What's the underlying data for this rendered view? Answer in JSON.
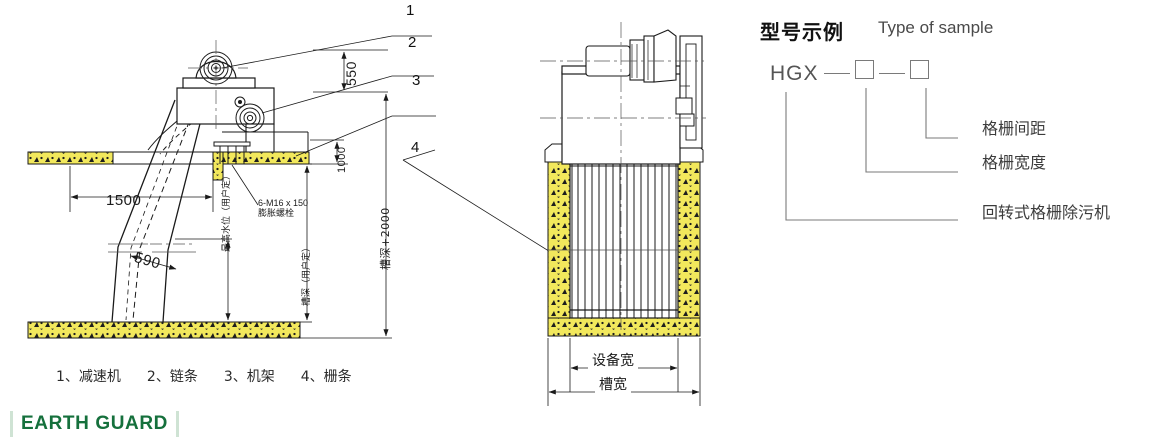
{
  "drawing": {
    "callouts": [
      {
        "id": "1",
        "label": "1"
      },
      {
        "id": "2",
        "label": "2"
      },
      {
        "id": "3",
        "label": "3"
      },
      {
        "id": "4",
        "label": "4"
      }
    ],
    "dimensions": {
      "height_550": "550",
      "height_1000": "1000",
      "width_1500": "1500",
      "rack_590": "590",
      "bolt_spec_line1": "6-M16 x 150",
      "bolt_spec_line2": "膨胀螺栓",
      "water_level": "最高水位（用户定）",
      "channel_depth": "槽深（用户定）",
      "channel_depth_plus": "槽深+2000",
      "equipment_width": "设备宽",
      "channel_width": "槽宽"
    },
    "legend": [
      "1、减速机",
      "2、链条",
      "3、机架",
      "4、栅条"
    ]
  },
  "model": {
    "title_cn": "型号示例",
    "title_en": "Type of sample",
    "code_prefix": "HGX",
    "labels": [
      "格栅间距",
      "格栅宽度",
      "回转式格栅除污机"
    ]
  },
  "brand": {
    "name": "EARTH GUARD",
    "color": "#15703c"
  },
  "colors": {
    "concrete_fill": "#f2e85c",
    "line": "#1a1a1a",
    "thin_line": "#555555"
  }
}
